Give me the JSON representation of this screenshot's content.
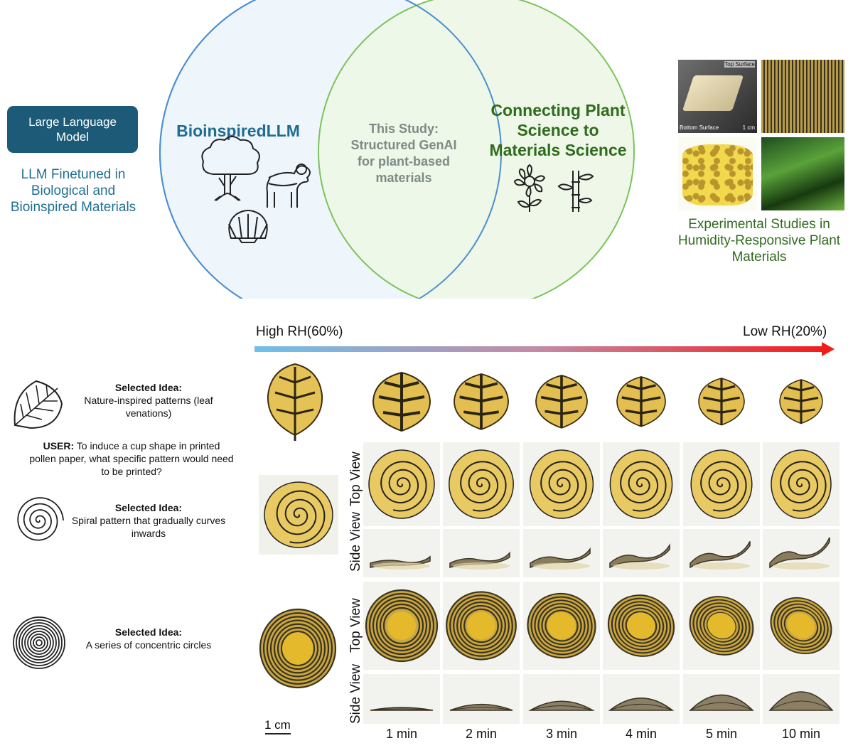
{
  "top": {
    "llm_box_label": "Large Language Model",
    "llm_description": "LLM Finetuned in Biological and Bioinspired Materials",
    "venn": {
      "left_title": "BioinspiredLLM",
      "center_line1": "This Study:",
      "center_line2": "Structured GenAI",
      "center_line3": "for plant-based",
      "center_line4": "materials",
      "right_line1": "Connecting Plant",
      "right_line2": "Science to",
      "right_line3": "Materials Science"
    },
    "experimental": {
      "top_surface": "Top Surface",
      "bottom_surface": "Bottom Surface",
      "scale": "1 cm",
      "caption": "Experimental Studies in Humidity-Responsive Plant Materials"
    }
  },
  "bottom": {
    "rh_high": "High RH(60%)",
    "rh_low": "Low RH(20%)",
    "ideas": [
      {
        "title": "Selected Idea:",
        "text": "Nature-inspired patterns (leaf venations)"
      },
      {
        "title": "Selected Idea:",
        "text": "Spiral pattern that gradually curves inwards"
      },
      {
        "title": "Selected Idea:",
        "text": "A series of concentric circles"
      }
    ],
    "user_label": "USER:",
    "user_text": "To induce a cup shape in printed pollen paper, what specific pattern would need to be printed?",
    "view_labels": {
      "top": "Top View",
      "side": "Side View"
    },
    "times": [
      "1 min",
      "2 min",
      "3 min",
      "4 min",
      "5 min",
      "10 min"
    ],
    "scale": "1 cm"
  },
  "colors": {
    "llm_box": "#1d5a78",
    "llm_text": "#1f6f93",
    "venn_left_stroke": "#4a8fd0",
    "venn_right_stroke": "#7cc35a",
    "venn_left_fill": "#eef5fb",
    "venn_right_fill": "#eef7e6",
    "right_title": "#2f6b1d",
    "left_title": "#1e6c91",
    "center_text": "#7d8a86",
    "arrow_start": "#6ec0ea",
    "arrow_end": "#f21c1c",
    "paper_yellow": "#e8c962"
  }
}
